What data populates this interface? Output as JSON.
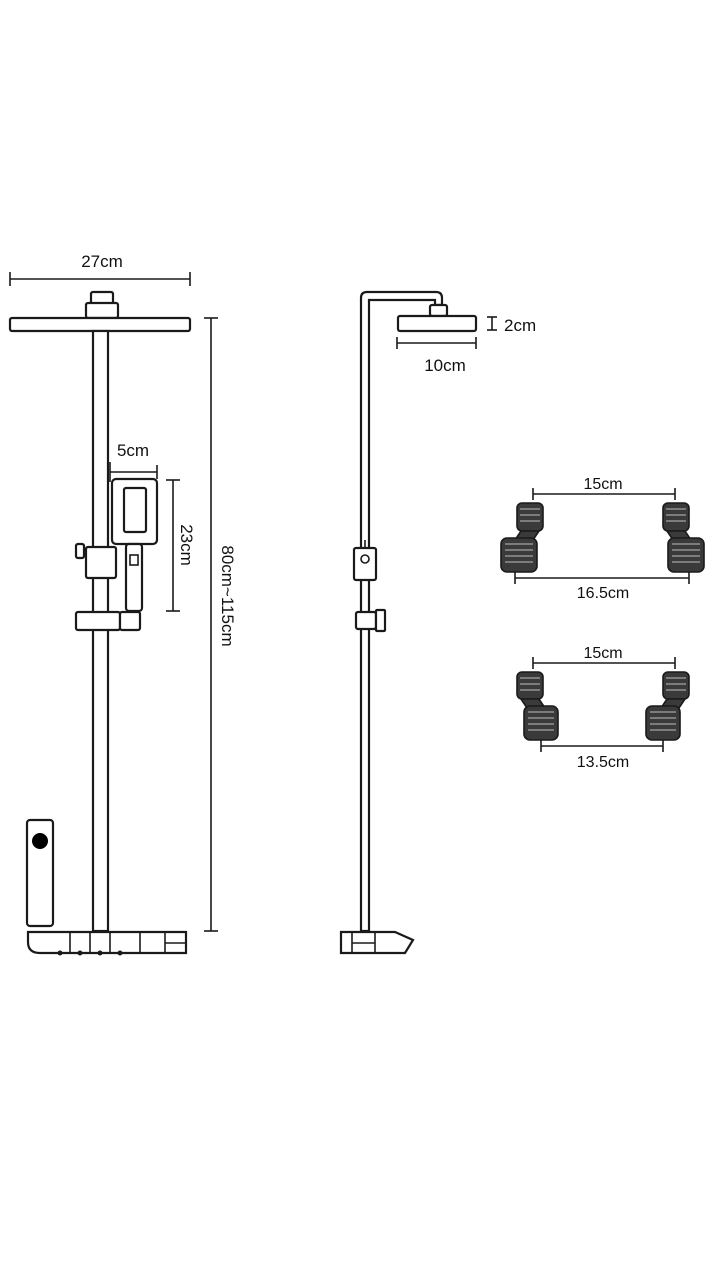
{
  "front_view": {
    "head_width_label": "27cm",
    "handheld_width_label": "5cm",
    "handheld_height_label": "23cm",
    "height_range_label": "80cm~115cm"
  },
  "side_view": {
    "head_thickness_label": "2cm",
    "head_depth_label": "10cm"
  },
  "connector_a": {
    "center_distance_label": "15cm",
    "outer_span_label": "16.5cm"
  },
  "connector_b": {
    "center_distance_label": "15cm",
    "inner_span_label": "13.5cm"
  },
  "colors": {
    "line": "#1a1a1a",
    "fitting_fill": "#3a3a3a",
    "background": "#ffffff"
  }
}
